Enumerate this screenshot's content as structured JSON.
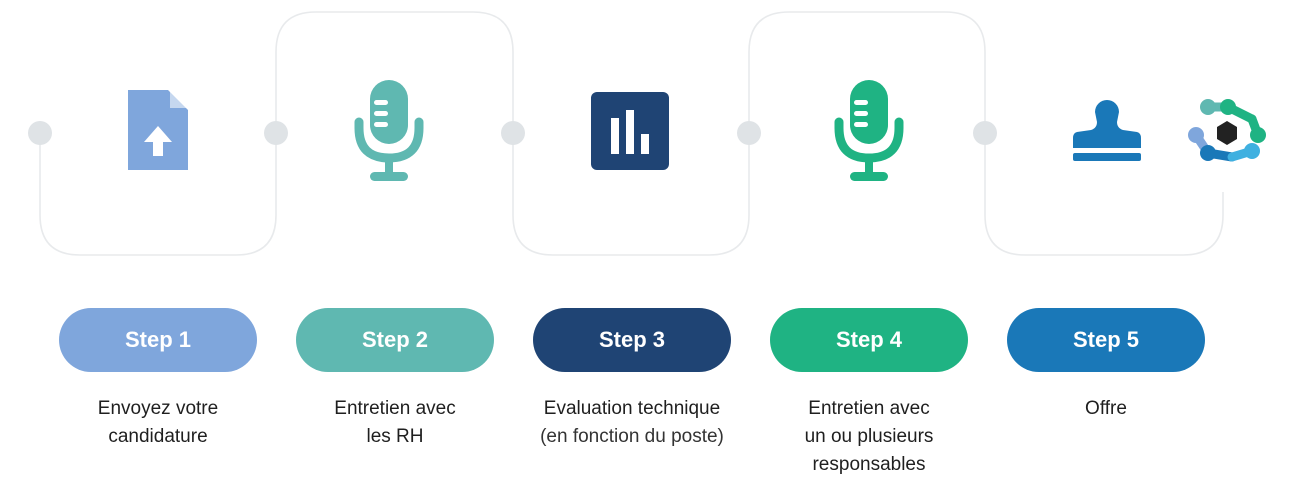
{
  "colors": {
    "step1": "#7fa6dc",
    "step2": "#5fb8b1",
    "step3": "#1f4474",
    "step4": "#1fb383",
    "step5": "#1a78b8",
    "connector": "#e6e8ea",
    "node": "#dfe3e6"
  },
  "icons": {
    "step1": "file-upload-icon",
    "step2": "microphone-icon",
    "step3": "bar-chart-icon",
    "step4": "microphone-icon",
    "step5": "stamp-icon",
    "brand": "hexagon-network-logo"
  },
  "steps": [
    {
      "label": "Step 1",
      "desc": [
        "Envoyez votre",
        "candidature"
      ],
      "sub": ""
    },
    {
      "label": "Step 2",
      "desc": [
        "Entretien avec",
        "les RH"
      ],
      "sub": ""
    },
    {
      "label": "Step 3",
      "desc": [
        "Evaluation technique"
      ],
      "sub": "(en fonction du poste)"
    },
    {
      "label": "Step 4",
      "desc": [
        "Entretien avec",
        "un ou plusieurs",
        "responsables"
      ],
      "sub": ""
    },
    {
      "label": "Step 5",
      "desc": [
        "Offre"
      ],
      "sub": ""
    }
  ]
}
